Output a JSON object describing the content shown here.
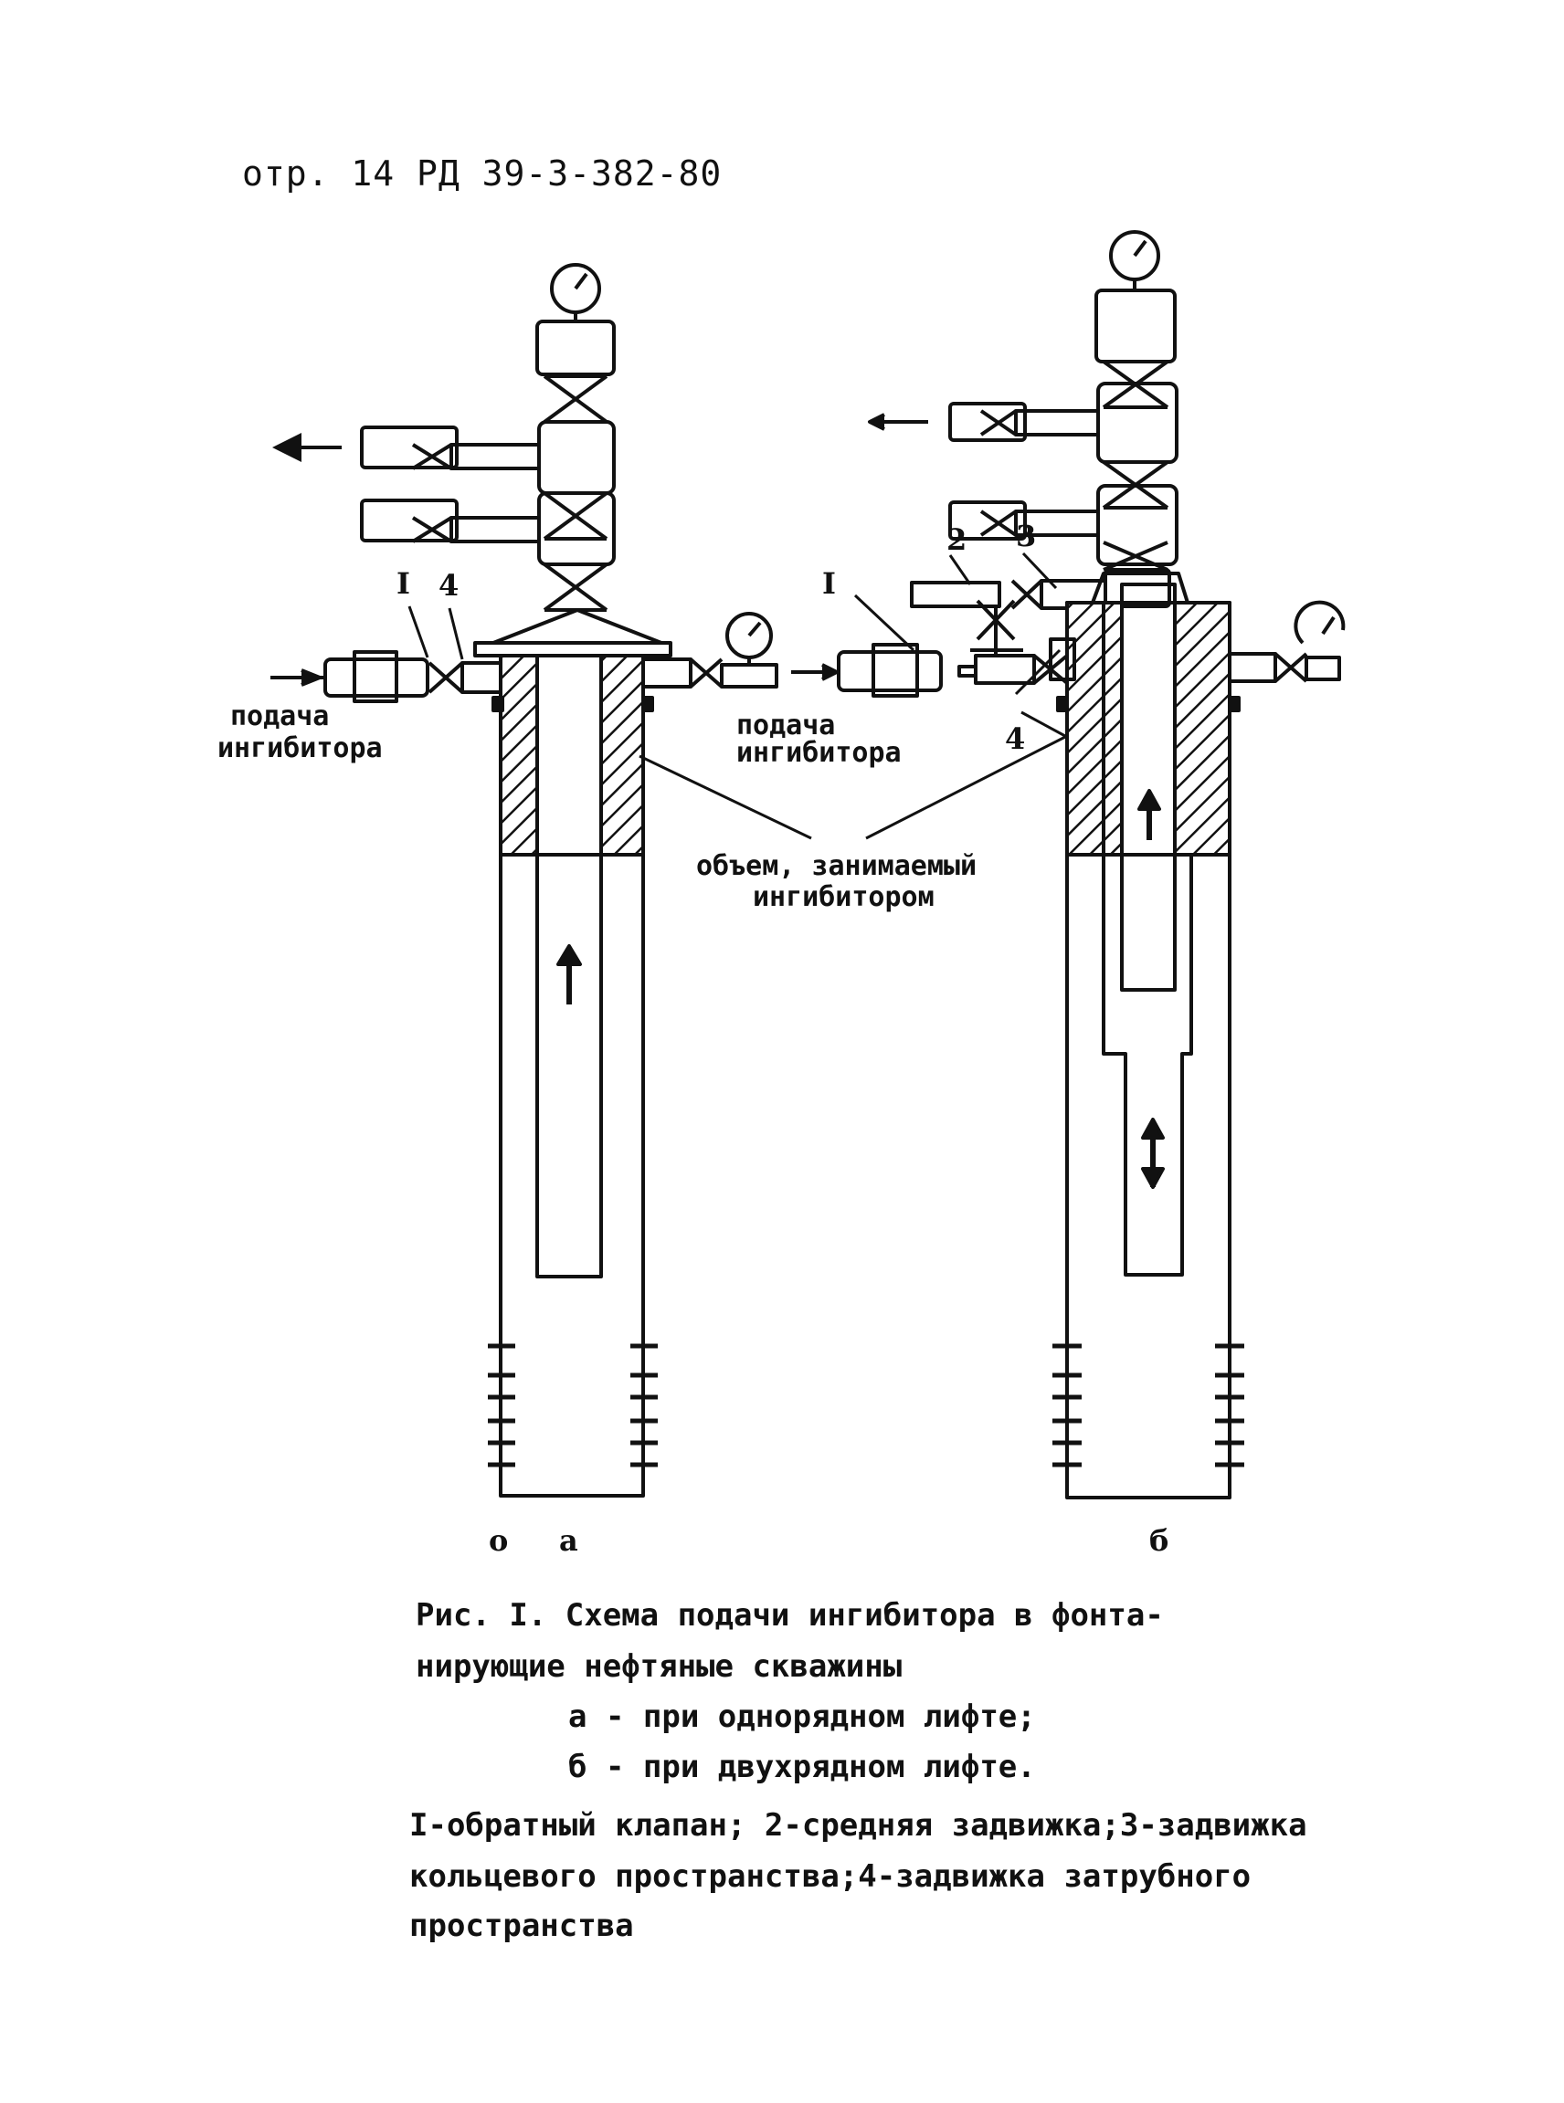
{
  "page": {
    "header": "отр. 14  РД 39-3-382-80"
  },
  "labels": {
    "inlet_a_line1": "подача",
    "inlet_a_line2": "ингибитора",
    "inlet_b_line1": "подача",
    "inlet_b_line2": "ингибитора",
    "volume_line1": "объем, занимаемый",
    "volume_line2": "ингибитором",
    "mark_1a": "I",
    "mark_4a": "4",
    "mark_1b": "I",
    "mark_2b": "2",
    "mark_3b": "3",
    "mark_4b": "4",
    "sub_o": "о",
    "sub_a": "а",
    "sub_b": "б"
  },
  "caption": {
    "line1": "Рис. I. Схема подачи ингибитора в фонта-",
    "line2": "нирующие нефтяные скважины",
    "line3": "а - при однорядном лифте;",
    "line4": "б - при двухрядном лифте."
  },
  "legend": {
    "line1": "I-обратный клапан; 2-средняя задвижка;3-задвижка",
    "line2": "кольцевого пространства;4-задвижка затрубного",
    "line3": "пространства"
  }
}
